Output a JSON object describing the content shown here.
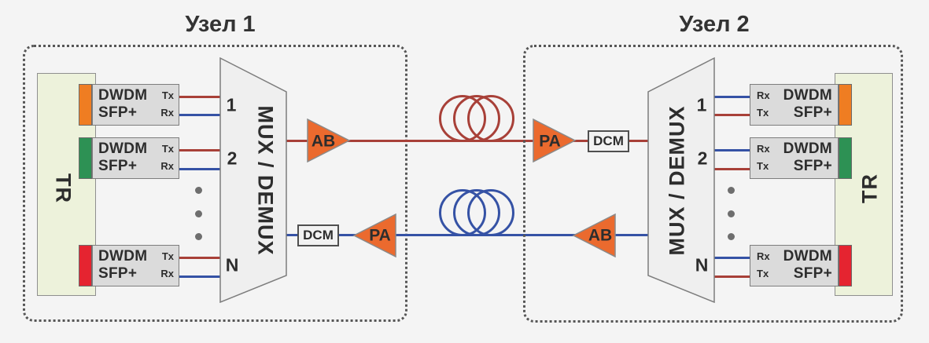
{
  "background": "#f4f4f4",
  "colors": {
    "tx_line": "#a84038",
    "rx_line": "#3552a5",
    "amplifier_fill": "#eb6a2e",
    "module_body": "#dbdbdb",
    "tr_panel": "#edf2db",
    "mux_body": "#efefef",
    "dotted_border": "#565656"
  },
  "node1": {
    "title": "Узел 1",
    "tr_label": "TR",
    "mux_label": "MUX / DEMUX",
    "ports": [
      "1",
      "2",
      "N"
    ],
    "transceivers": [
      {
        "line1": "DWDM",
        "line2": "SFP+",
        "tx": "Tx",
        "rx": "Rx",
        "tab_color": "#ef7d22"
      },
      {
        "line1": "DWDM",
        "line2": "SFP+",
        "tx": "Tx",
        "rx": "Rx",
        "tab_color": "#2d9154"
      },
      {
        "line1": "DWDM",
        "line2": "SFP+",
        "tx": "Tx",
        "rx": "Rx",
        "tab_color": "#e52430"
      }
    ]
  },
  "node2": {
    "title": "Узел 2",
    "tr_label": "TR",
    "mux_label": "MUX / DEMUX",
    "ports": [
      "1",
      "2",
      "N"
    ],
    "transceivers": [
      {
        "line1": "DWDM",
        "line2": "SFP+",
        "tx": "Tx",
        "rx": "Rx",
        "tab_color": "#ef7d22"
      },
      {
        "line1": "DWDM",
        "line2": "SFP+",
        "tx": "Tx",
        "rx": "Rx",
        "tab_color": "#2d9154"
      },
      {
        "line1": "DWDM",
        "line2": "SFP+",
        "tx": "Tx",
        "rx": "Rx",
        "tab_color": "#e52430"
      }
    ]
  },
  "links": {
    "forward": {
      "booster": "AB",
      "preamp": "PA",
      "dcm": "DCM",
      "fiber_color": "#a84038"
    },
    "return": {
      "booster": "AB",
      "preamp": "PA",
      "dcm": "DCM",
      "fiber_color": "#3552a5"
    }
  }
}
